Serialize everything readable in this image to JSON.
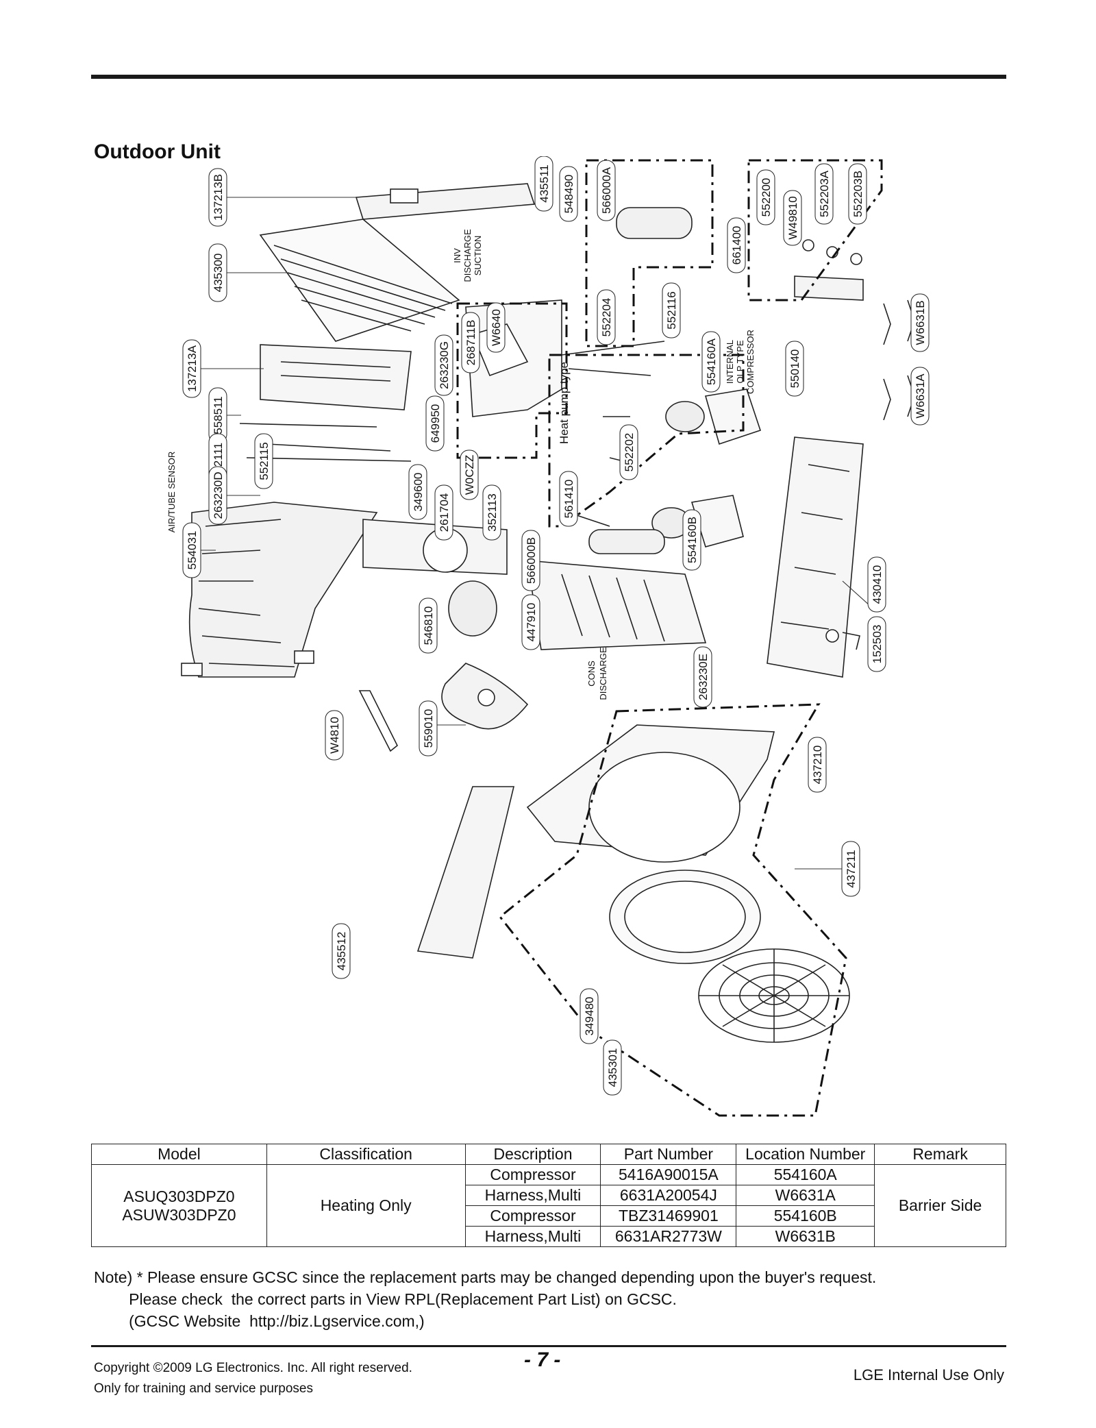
{
  "section_title": "Outdoor Unit",
  "diagram": {
    "part_labels": [
      "137213B",
      "435300",
      "137213A",
      "558511",
      "552111",
      "552115",
      "263230D",
      "554031",
      "AIR/TUBE SENSOR",
      "435511",
      "548490",
      "566000A",
      "552204",
      "552116",
      "661400",
      "552200",
      "W49810",
      "552203A",
      "552203B",
      "W6631B",
      "W6631A",
      "263230G",
      "268711B",
      "W6640",
      "649950",
      "W0CZZ",
      "Heat pump type",
      "554160A",
      "550140",
      "552202",
      "561410",
      "349600",
      "261704",
      "352113",
      "566000B",
      "554160B",
      "546810",
      "447910",
      "263230E",
      "430410",
      "152503",
      "W4810",
      "559010",
      "437210",
      "437211",
      "435512",
      "349480",
      "435301"
    ],
    "annotations": [
      "INV",
      "DISCHARGE",
      "SUCTION",
      "INTERNAL",
      "OLP TYPE",
      "COMPRESSOR",
      "CONS",
      "DISCHARGE"
    ]
  },
  "table": {
    "headers": [
      "Model",
      "Classification",
      "Description",
      "Part Number",
      "Location Number",
      "Remark"
    ],
    "model_line1": "ASUQ303DPZ0",
    "model_line2": "ASUW303DPZ0",
    "classification": "Heating Only",
    "remark": "Barrier Side",
    "rows": [
      {
        "description": "Compressor",
        "part_number": "5416A90015A",
        "location": "554160A"
      },
      {
        "description": "Harness,Multi",
        "part_number": "6631A20054J",
        "location": "W6631A"
      },
      {
        "description": "Compressor",
        "part_number": "TBZ31469901",
        "location": "554160B"
      },
      {
        "description": "Harness,Multi",
        "part_number": "6631AR2773W",
        "location": "W6631B"
      }
    ]
  },
  "note": {
    "line1": "Note) * Please ensure GCSC since the replacement parts may be changed depending upon the buyer's request.",
    "line2": "        Please check  the correct parts in View RPL(Replacement Part List) on GCSC.",
    "line3": "        (GCSC Website  http://biz.Lgservice.com,)"
  },
  "footer": {
    "copyright": "Copyright ©2009 LG Electronics. Inc. All right reserved.",
    "training": "Only for training and service purposes",
    "page": "- 7 -",
    "internal": "LGE Internal Use Only"
  }
}
